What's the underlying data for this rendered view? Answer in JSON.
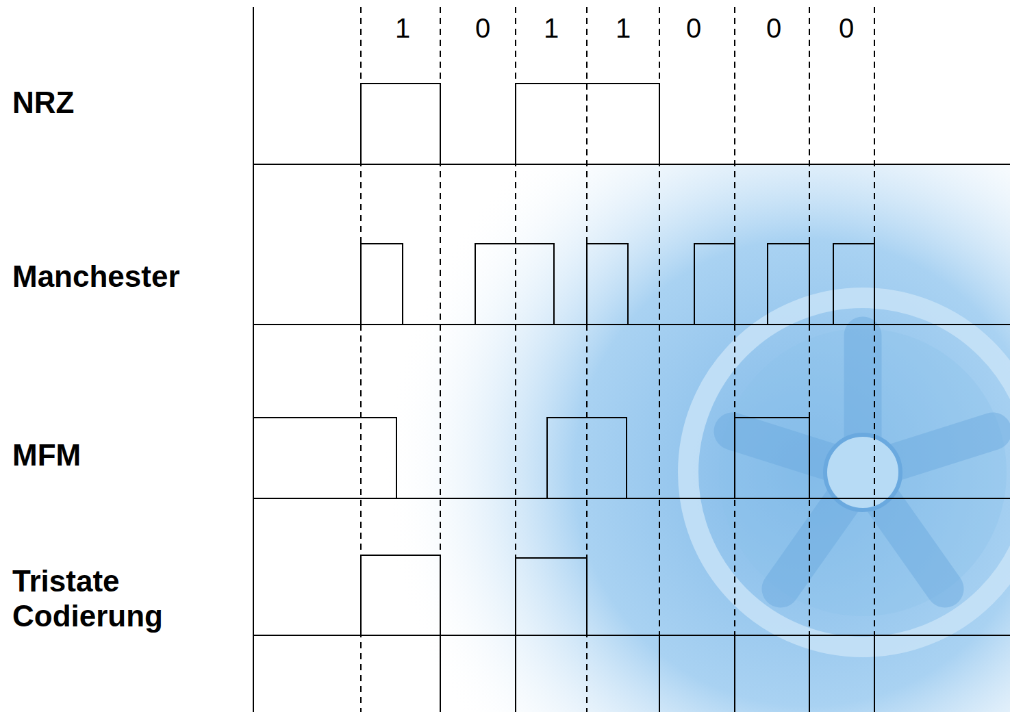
{
  "diagram": {
    "labels": [
      "1",
      "0",
      "1",
      "1",
      "0",
      "0",
      "0",
      "NRZ",
      "Manchester",
      "MFM",
      "Tristate Codierung"
    ]
  }
}
